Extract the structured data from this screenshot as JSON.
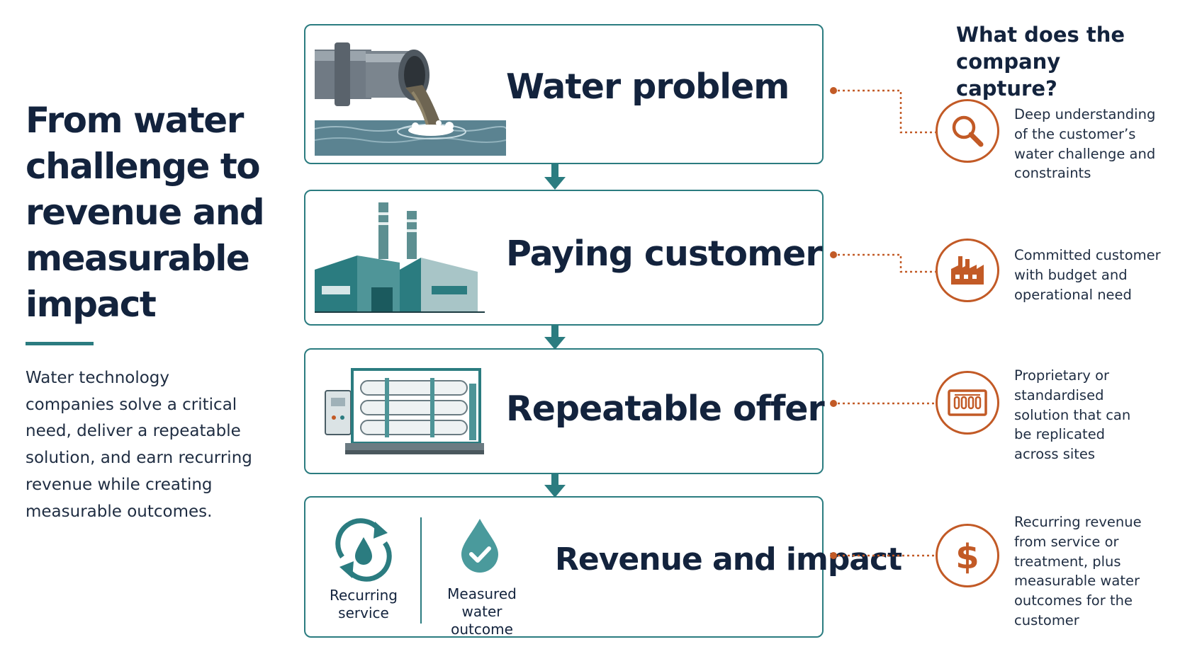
{
  "title": "From water challenge to revenue and measurable impact",
  "intro": "Water technology companies solve a critical need, deliver a repeatable solution, and earn recurring revenue while creating measurable outcomes.",
  "stages": [
    {
      "label": "Water problem",
      "illustration": "pipe-discharge-illustration"
    },
    {
      "label": "Paying customer",
      "illustration": "factory-illustration"
    },
    {
      "label": "Repeatable offer",
      "illustration": "treatment-skid-illustration"
    },
    {
      "label": "Revenue and impact",
      "sub_items": [
        {
          "label": "Recurring service",
          "icon": "recycle-drop-icon"
        },
        {
          "label": "Measured water outcome",
          "icon": "drop-check-icon"
        }
      ]
    }
  ],
  "capture": {
    "heading": "What does the company capture?",
    "items": [
      {
        "icon": "magnifier-icon",
        "text": "Deep understanding of the customer’s water challenge and constraints"
      },
      {
        "icon": "factory-icon",
        "text": "Committed customer with budget and operational need"
      },
      {
        "icon": "modular-system-icon",
        "text": "Proprietary or standardised solution that can be replicated across sites"
      },
      {
        "icon": "dollar-icon",
        "text": "Recurring revenue from service or treatment, plus measurable water outcomes for the customer"
      }
    ]
  },
  "colors": {
    "navy": "#13233d",
    "teal": "#2b7c80",
    "orange": "#c25a26"
  }
}
